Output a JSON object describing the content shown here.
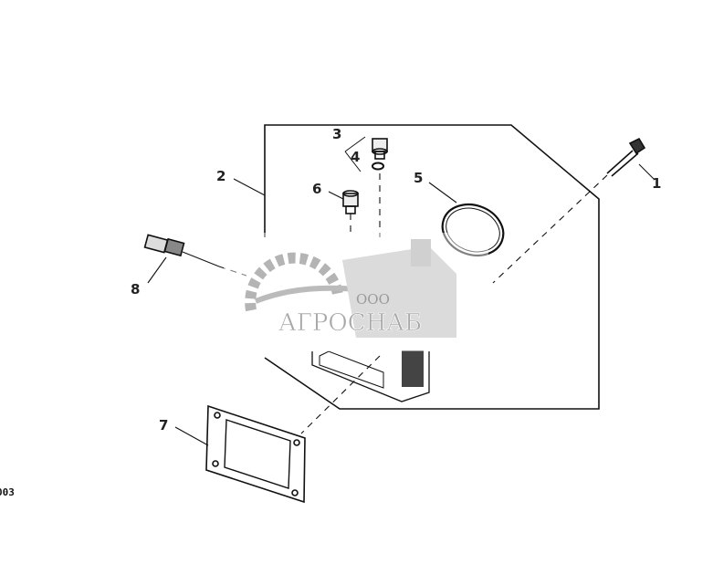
{
  "diagram": {
    "callouts": [
      "1",
      "2",
      "3",
      "4",
      "5",
      "6",
      "7",
      "8"
    ],
    "reference_code": "003"
  },
  "watermark": {
    "prefix": "ООО",
    "name": "АГРОСНАБ"
  },
  "colors": {
    "line": "#111111",
    "watermark": "#9a9a9a"
  }
}
